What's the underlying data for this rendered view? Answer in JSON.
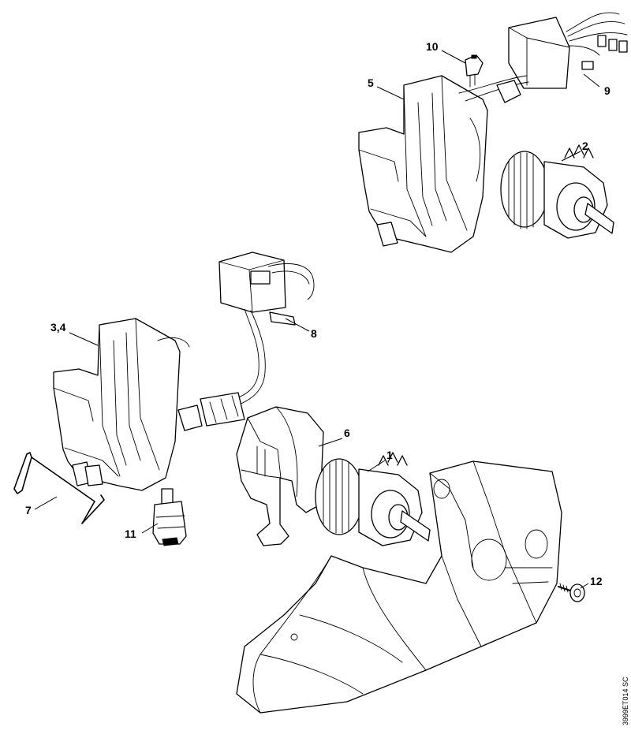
{
  "diagram": {
    "part_labels": {
      "p1": "1",
      "p2": "2",
      "p34": "3,4",
      "p5": "5",
      "p6": "6",
      "p7": "7",
      "p8": "8",
      "p9": "9",
      "p10": "10",
      "p11": "11",
      "p12": "12"
    },
    "drawing_code": "3999ET014 SC"
  }
}
